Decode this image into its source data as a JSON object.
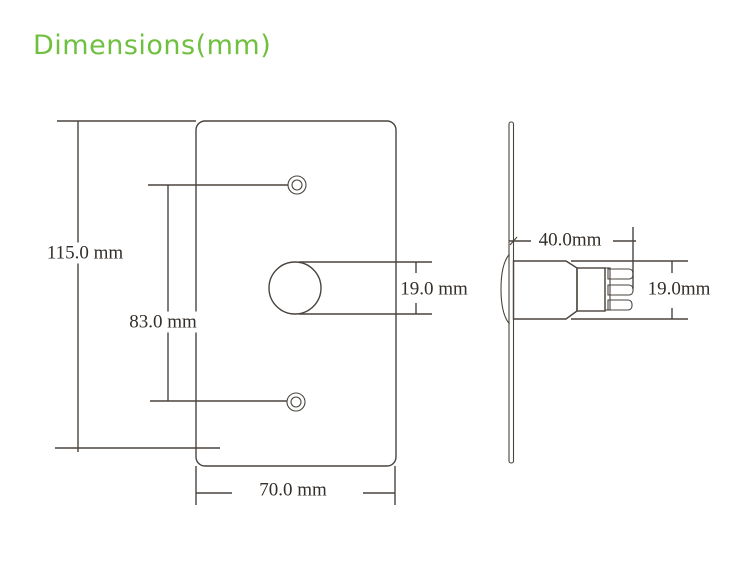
{
  "title": "Dimensions(mm)",
  "colors": {
    "accent_green": "#70c040",
    "line": "#4a443e",
    "text": "#332e29"
  },
  "front_view": {
    "height_label": "115.0 mm",
    "hole_spacing_label": "83.0 mm",
    "button_diameter_label": "19.0 mm",
    "width_label": "70.0 mm"
  },
  "side_view": {
    "depth_label": "40.0mm",
    "diameter_label": "19.0mm"
  }
}
